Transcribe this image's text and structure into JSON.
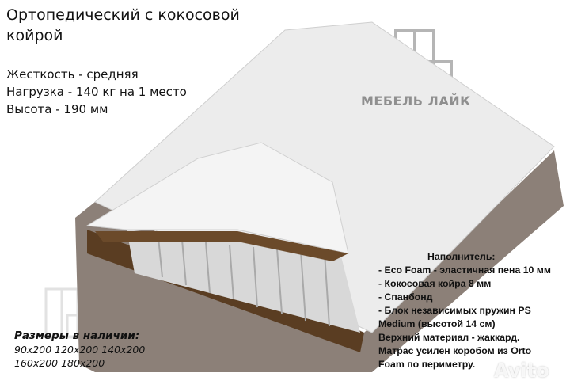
{
  "title": "Ортопедический с кокосовой койрой",
  "specs": [
    "Жесткость - средняя",
    "Нагрузка - 140 кг на 1 место",
    "Высота - 190 мм"
  ],
  "logo": {
    "text": "МЕБЕЛЬ ЛАЙК"
  },
  "filling": {
    "heading": "Наполнитель:",
    "lines": [
      "- Eco Foam - эластичная пена 10 мм",
      "- Кокосовая койра 8 мм",
      "- Спанбонд",
      "- Блок независимых пружин PS",
      "Medium (высотой 14 см)",
      "Верхний материал - жаккард.",
      "Матрас усилен коробом из Orto",
      "Foam по периметру."
    ]
  },
  "sizes": {
    "heading": "Размеры в наличии:",
    "line1": "90x200 120x200 140x200",
    "line2": "160x200 180x200"
  },
  "watermark": "Avito",
  "colors": {
    "side": "#8c8078",
    "top": "#eeeeee",
    "coir": "#5a3d22"
  }
}
